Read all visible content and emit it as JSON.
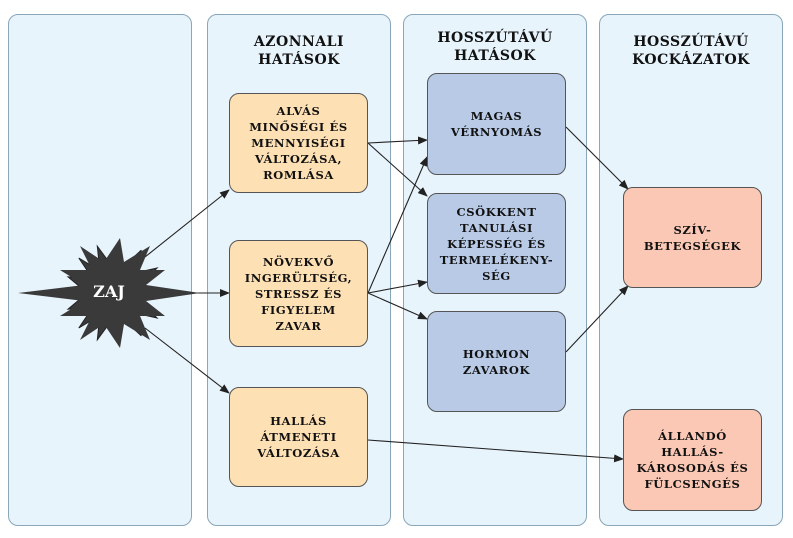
{
  "columns": {
    "immediate": "AZONNALI\nHATÁSOK",
    "longterm_effects": "HOSSZÚTÁVÚ\nHATÁSOK",
    "longterm_risks": "HOSSZÚTÁVÚ\nKOCKÁZATOK"
  },
  "source": "ZAJ",
  "immediate": {
    "sleep": "ALVÁS\nMINŐSÉGI ÉS\nMENNYISÉGI\nVÁLTOZÁSA,\nROMLÁSA",
    "stress": "NÖVEKVŐ\nINGERÜLTSÉG,\nSTRESSZ ÉS\nFIGYELEM\nZAVAR",
    "hearing": "HALLÁS\nÁTMENETI\nVÁLTOZÁSA"
  },
  "effects": {
    "bp": "MAGAS\nVÉRNYOMÁS",
    "learning": "CSÖKKENT\nTANULÁSI\nKÉPESSÉG ÉS\nTERMELÉKENY-\nSÉG",
    "hormone": "HORMON\nZAVAROK"
  },
  "risks": {
    "heart": "SZÍV-\nBETEGSÉGEK",
    "hearing_loss": "ÁLLANDÓ\nHALLÁS-\nKÁROSODÁS ÉS\nFÜLCSENGÉS"
  },
  "colors": {
    "column_bg": "#e8f4fc",
    "immediate_box": "#fde0b4",
    "effect_box": "#b8cae6",
    "risk_box": "#fac8b4",
    "burst": "#3a3a3a"
  }
}
